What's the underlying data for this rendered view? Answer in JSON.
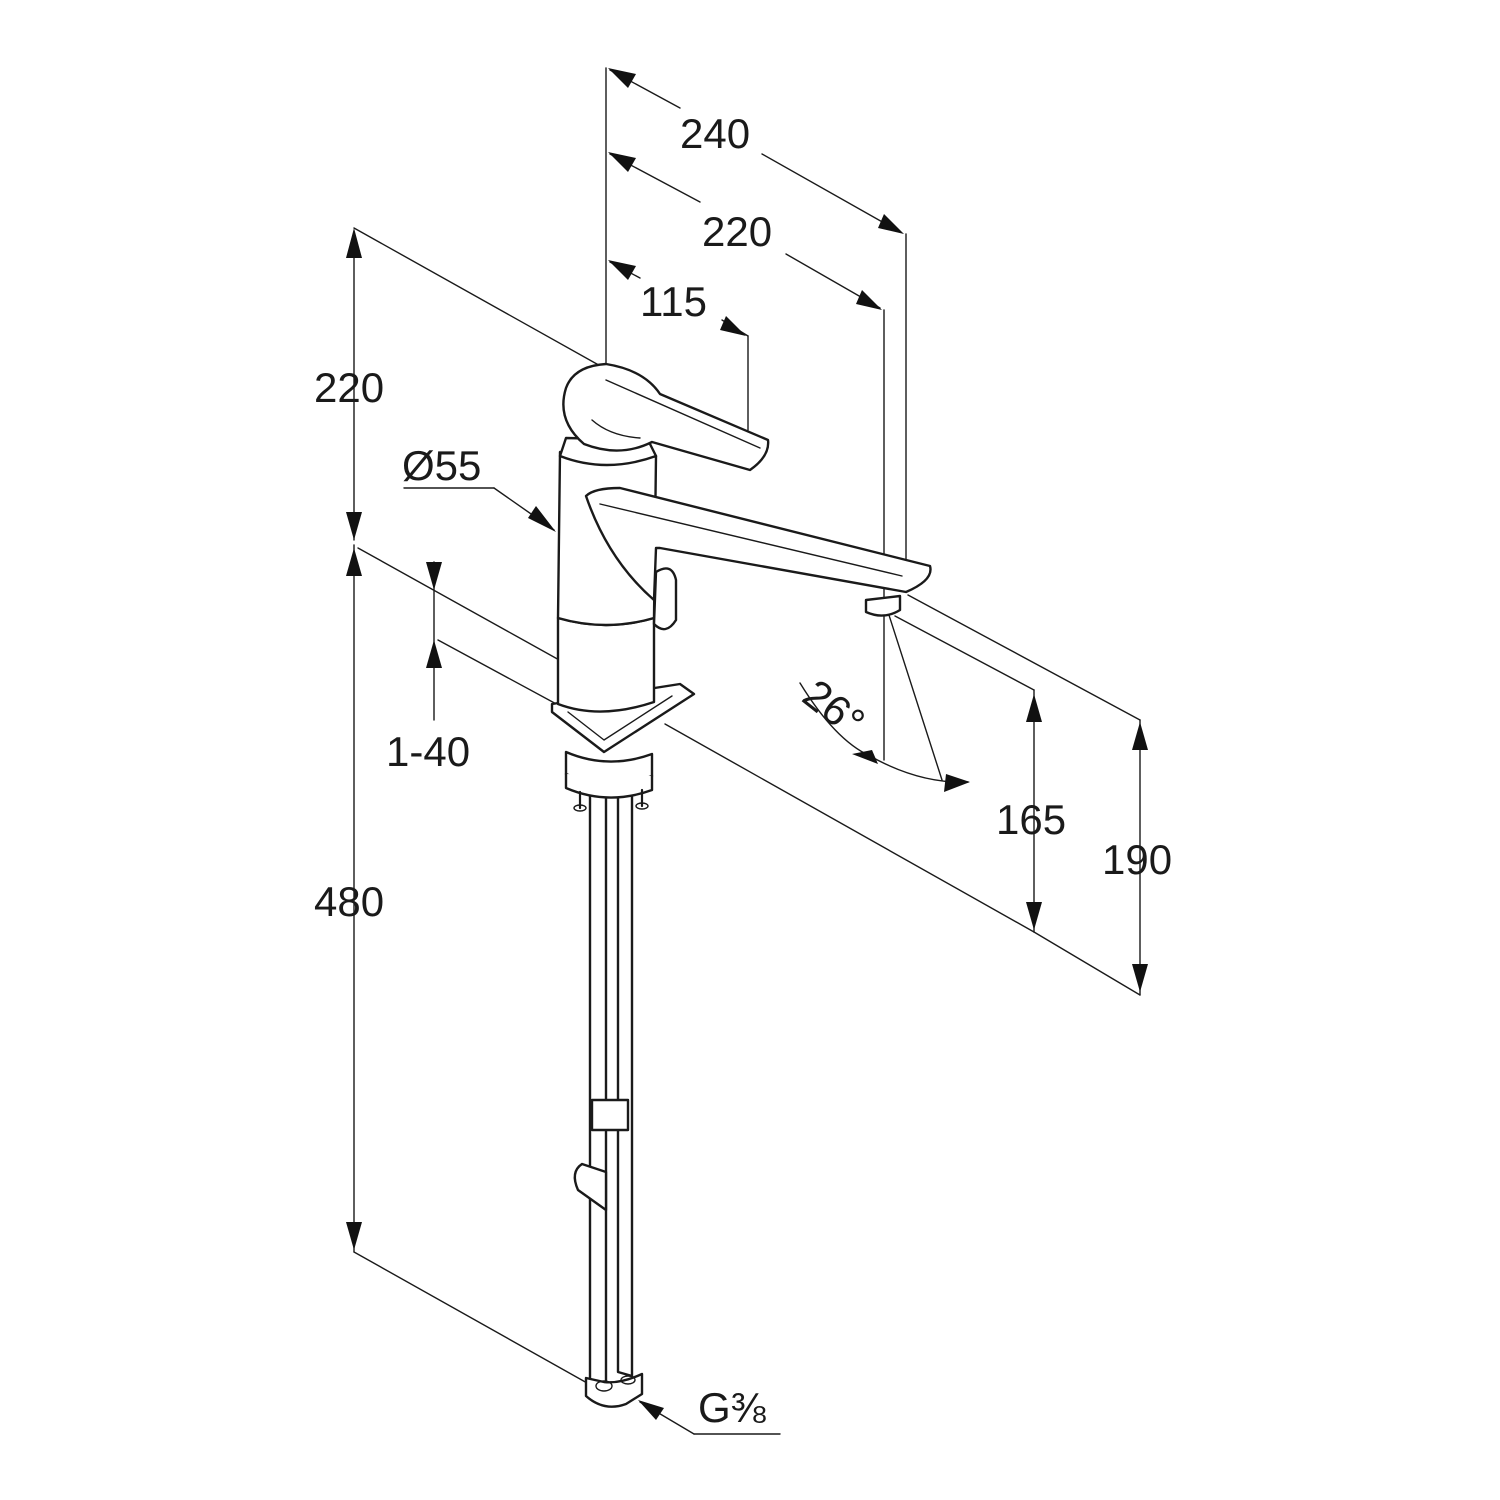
{
  "drawing": {
    "dimensions": {
      "spout_reach_total": "240",
      "spout_reach_outlet": "220",
      "lever_reach": "115",
      "body_height": "220",
      "body_diameter": "Ø55",
      "deck_thickness": "1-40",
      "hose_length": "480",
      "outlet_height": "165",
      "spout_height": "190",
      "swivel_angle": "26°",
      "connection_thread": "G⅜"
    }
  }
}
